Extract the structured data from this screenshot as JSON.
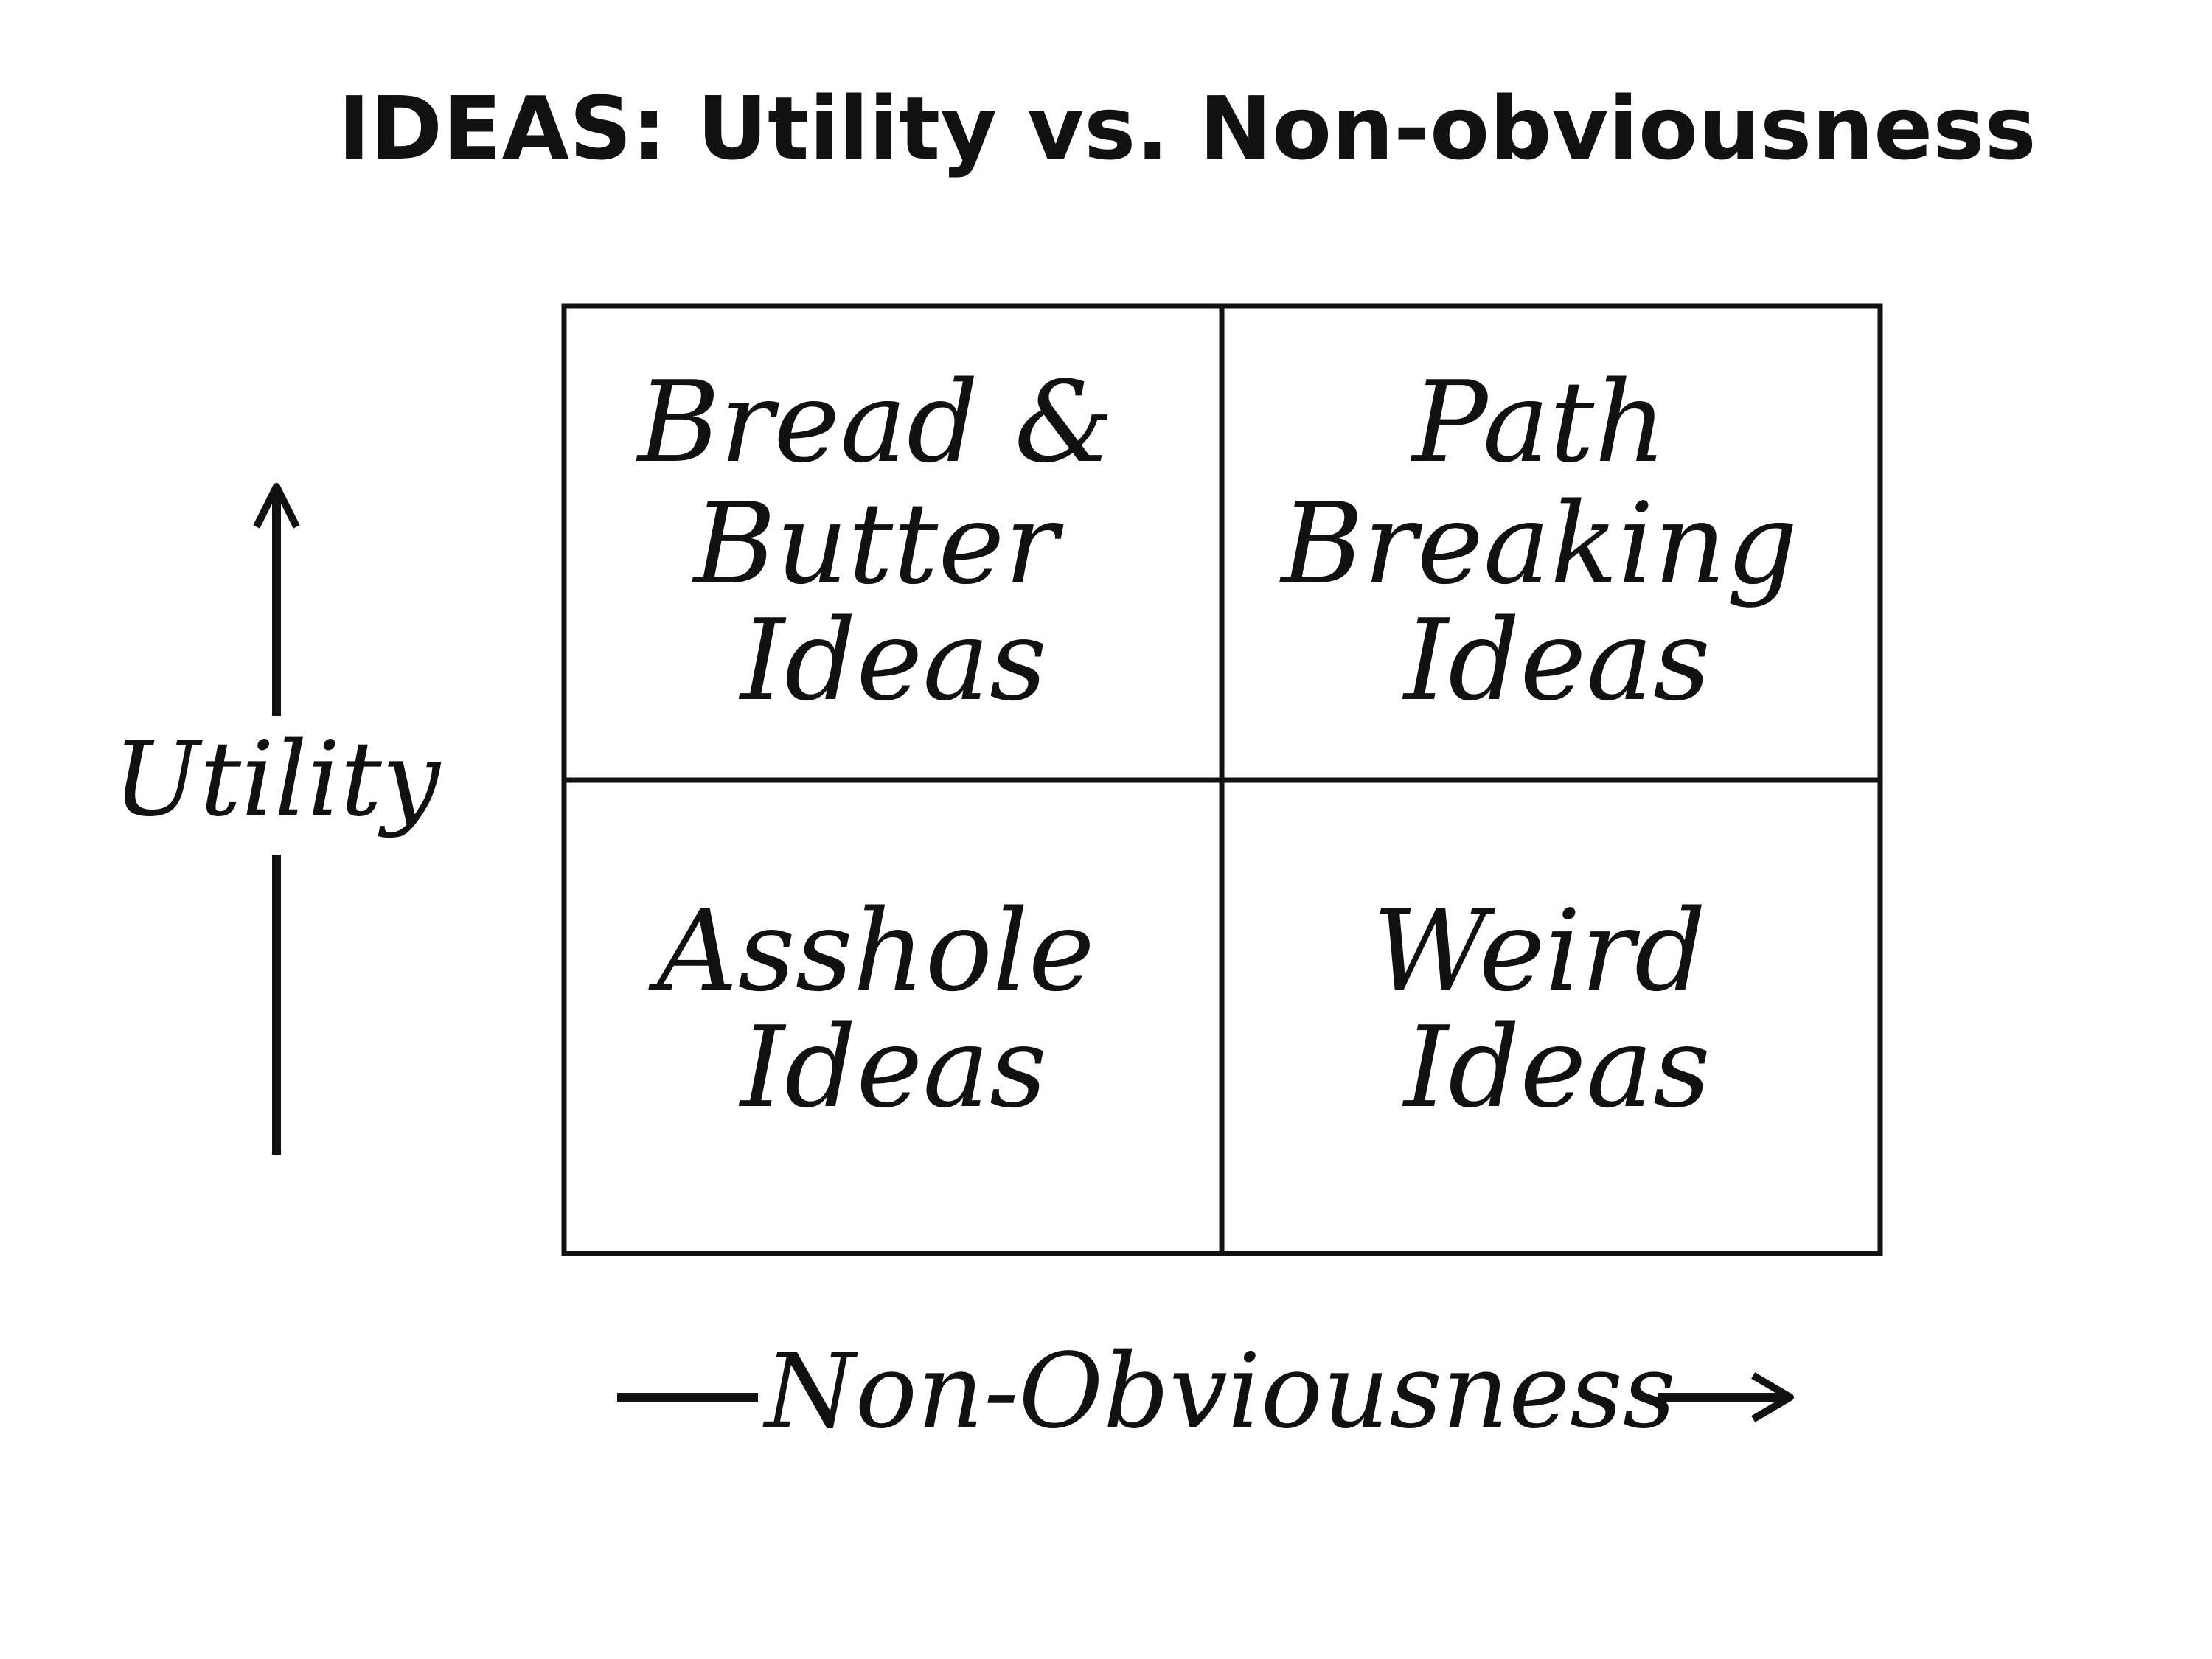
{
  "title": "IDEAS: Utility vs. Non-obviousness",
  "quadrants": {
    "top_left": [
      "Bread &",
      "Butter",
      "Ideas"
    ],
    "top_right": [
      "Path",
      "Breaking",
      "Ideas"
    ],
    "bottom_left": [
      "Asshole",
      "Ideas"
    ],
    "bottom_right": [
      "Weird",
      "Ideas"
    ]
  },
  "axes": {
    "y_label": "Utility",
    "x_label": "Non-Obviousness"
  },
  "colors": {
    "ink": "#111111",
    "background": "#ffffff"
  }
}
